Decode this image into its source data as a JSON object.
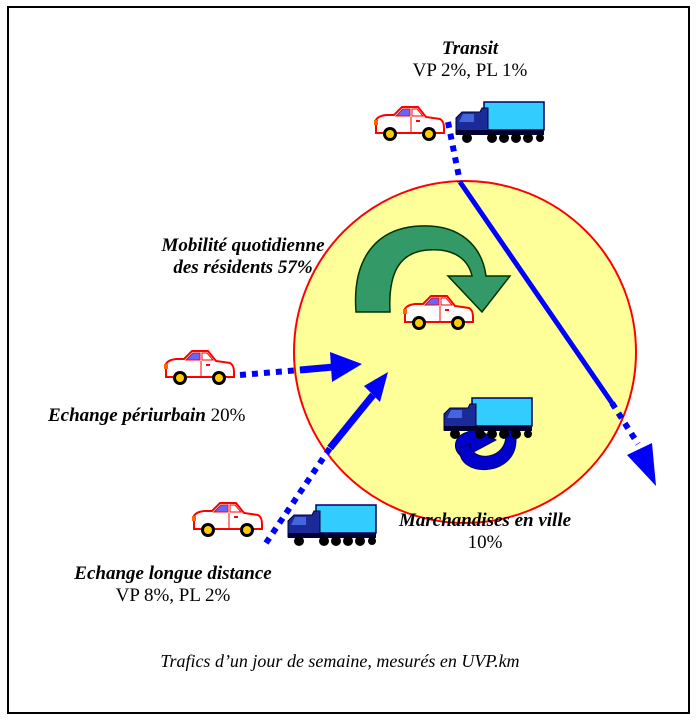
{
  "flows": {
    "transit": {
      "title": "Transit",
      "detail": "VP 2%, PL 1%"
    },
    "mobilite": {
      "line1": "Mobilité quotidienne",
      "line2": "des résidents 57%"
    },
    "periurbain": {
      "title": "Echange périurbain",
      "value": "20%"
    },
    "longue": {
      "title": "Echange longue distance",
      "detail": "VP 8%, PL 2%"
    },
    "marchandises": {
      "title": "Marchandises en ville",
      "value": "10%"
    }
  },
  "caption": "Trafics d’un jour de semaine, mesurés en UVP.km",
  "colors": {
    "city_fill": "#ffff99",
    "city_border": "#ff0000",
    "arrow_blue": "#0000ff",
    "curved_arrow": "#339966",
    "truck_cargo": "#33ccff",
    "truck_cab": "#000099",
    "car_body": "#ff0000"
  },
  "icons": [
    "car-icon",
    "truck-icon",
    "curved-arrow-icon",
    "circular-arrow-icon"
  ]
}
